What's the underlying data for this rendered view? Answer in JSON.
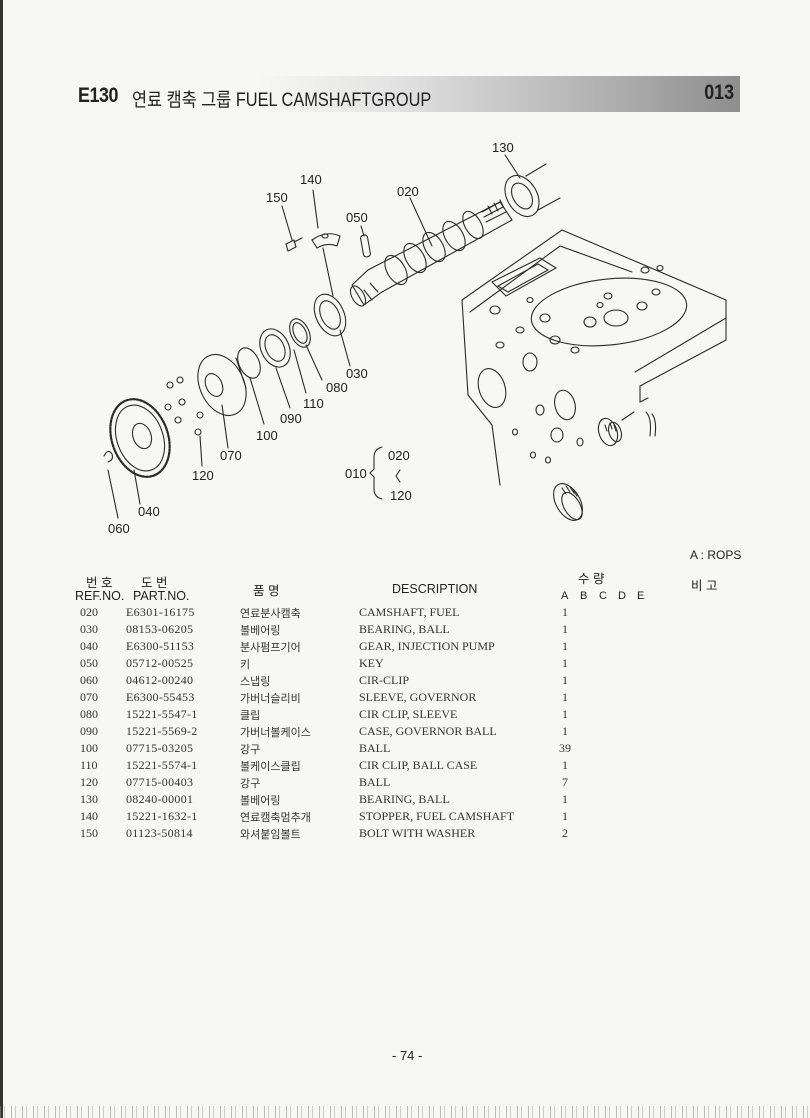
{
  "header": {
    "code": "E130",
    "title": "연료 캠축 그룹 FUEL CAMSHAFTGROUP",
    "page_code": "013"
  },
  "diagram": {
    "callouts": [
      "130",
      "140",
      "150",
      "020",
      "050",
      "030",
      "080",
      "110",
      "090",
      "100",
      "070",
      "120",
      "040",
      "060"
    ],
    "sub_assembly": {
      "ref": "010",
      "parts": [
        "020",
        "120"
      ]
    }
  },
  "note": "A : ROPS",
  "table": {
    "headers": {
      "ref_kor": "번 호",
      "ref": "REF.NO.",
      "part_kor": "도    번",
      "part": "PART.NO.",
      "name_kor": "품     명",
      "description": "DESCRIPTION",
      "qty_kor": "수    량",
      "qty_letters": [
        "A",
        "B",
        "C",
        "D",
        "E"
      ],
      "remarks_kor": "비  고"
    },
    "rows": [
      {
        "ref": "020",
        "part": "E6301-16175",
        "kor": "연료분사캠축",
        "desc": "CAMSHAFT, FUEL",
        "qty": "1"
      },
      {
        "ref": "030",
        "part": "08153-06205",
        "kor": "볼베어링",
        "desc": "BEARING, BALL",
        "qty": "1"
      },
      {
        "ref": "040",
        "part": "E6300-51153",
        "kor": "분사펌프기어",
        "desc": "GEAR, INJECTION PUMP",
        "qty": "1"
      },
      {
        "ref": "050",
        "part": "05712-00525",
        "kor": "키",
        "desc": "KEY",
        "qty": "1"
      },
      {
        "ref": "060",
        "part": "04612-00240",
        "kor": "스냅링",
        "desc": "CIR-CLIP",
        "qty": "1"
      },
      {
        "ref": "070",
        "part": "E6300-55453",
        "kor": "가버너슬리비",
        "desc": "SLEEVE, GOVERNOR",
        "qty": "1"
      },
      {
        "ref": "080",
        "part": "15221-5547-1",
        "kor": "클립",
        "desc": "CIR CLIP, SLEEVE",
        "qty": "1"
      },
      {
        "ref": "090",
        "part": "15221-5569-2",
        "kor": "가버너볼케이스",
        "desc": "CASE, GOVERNOR BALL",
        "qty": "1"
      },
      {
        "ref": "100",
        "part": "07715-03205",
        "kor": "강구",
        "desc": "BALL",
        "qty": "39"
      },
      {
        "ref": "110",
        "part": "15221-5574-1",
        "kor": "볼케이스클립",
        "desc": "CIR CLIP, BALL CASE",
        "qty": "1"
      },
      {
        "ref": "120",
        "part": "07715-00403",
        "kor": "강구",
        "desc": "BALL",
        "qty": "7"
      },
      {
        "ref": "130",
        "part": "08240-00001",
        "kor": "볼베어링",
        "desc": "BEARING, BALL",
        "qty": "1"
      },
      {
        "ref": "140",
        "part": "15221-1632-1",
        "kor": "연료캠축멈추개",
        "desc": "STOPPER, FUEL CAMSHAFT",
        "qty": "1"
      },
      {
        "ref": "150",
        "part": "01123-50814",
        "kor": "와셔붙임볼트",
        "desc": "BOLT WITH WASHER",
        "qty": "2"
      }
    ]
  },
  "footer": {
    "page": "- 74 -"
  }
}
